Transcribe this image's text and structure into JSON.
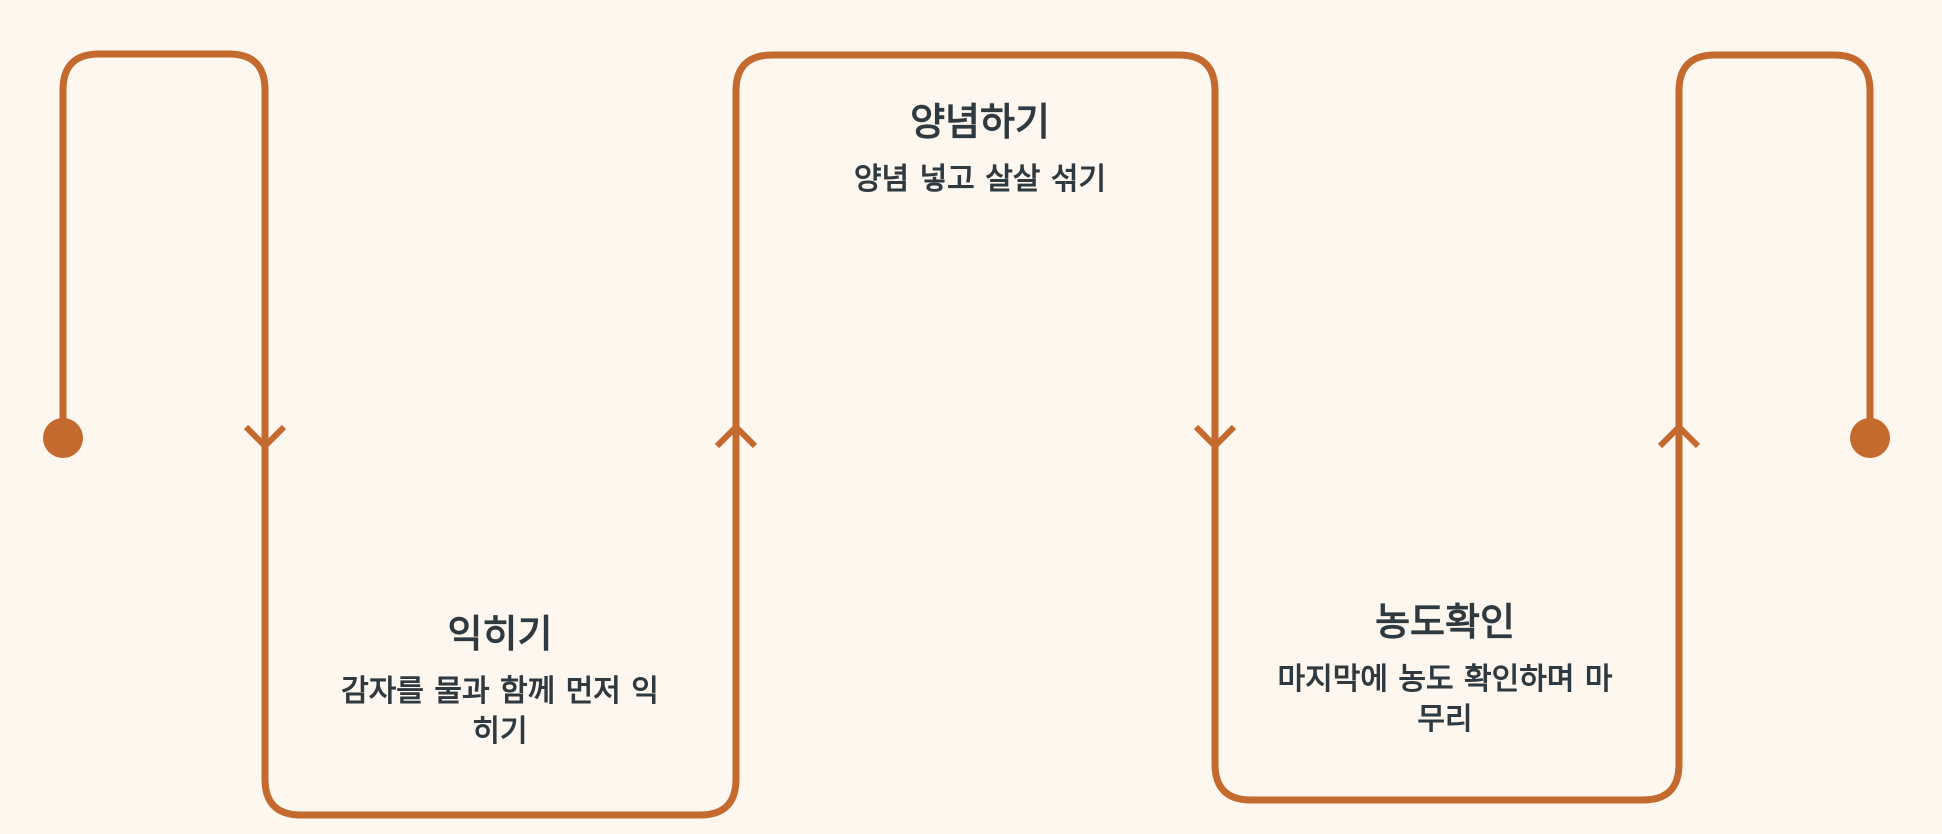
{
  "colors": {
    "background": "#fdf7ef",
    "path": "#c56a2e",
    "text": "#2f3a40"
  },
  "icons": {
    "start": "dot-icon",
    "end": "dot-icon",
    "direction": "chevron-icon"
  },
  "steps": [
    {
      "title": "익히기",
      "desc": "감자를 물과 함께 먼저 익히기"
    },
    {
      "title": "양념하기",
      "desc": "양념 넣고 살살 섞기"
    },
    {
      "title": "농도확인",
      "desc": "마지막에 농도 확인하며 마무리"
    }
  ]
}
